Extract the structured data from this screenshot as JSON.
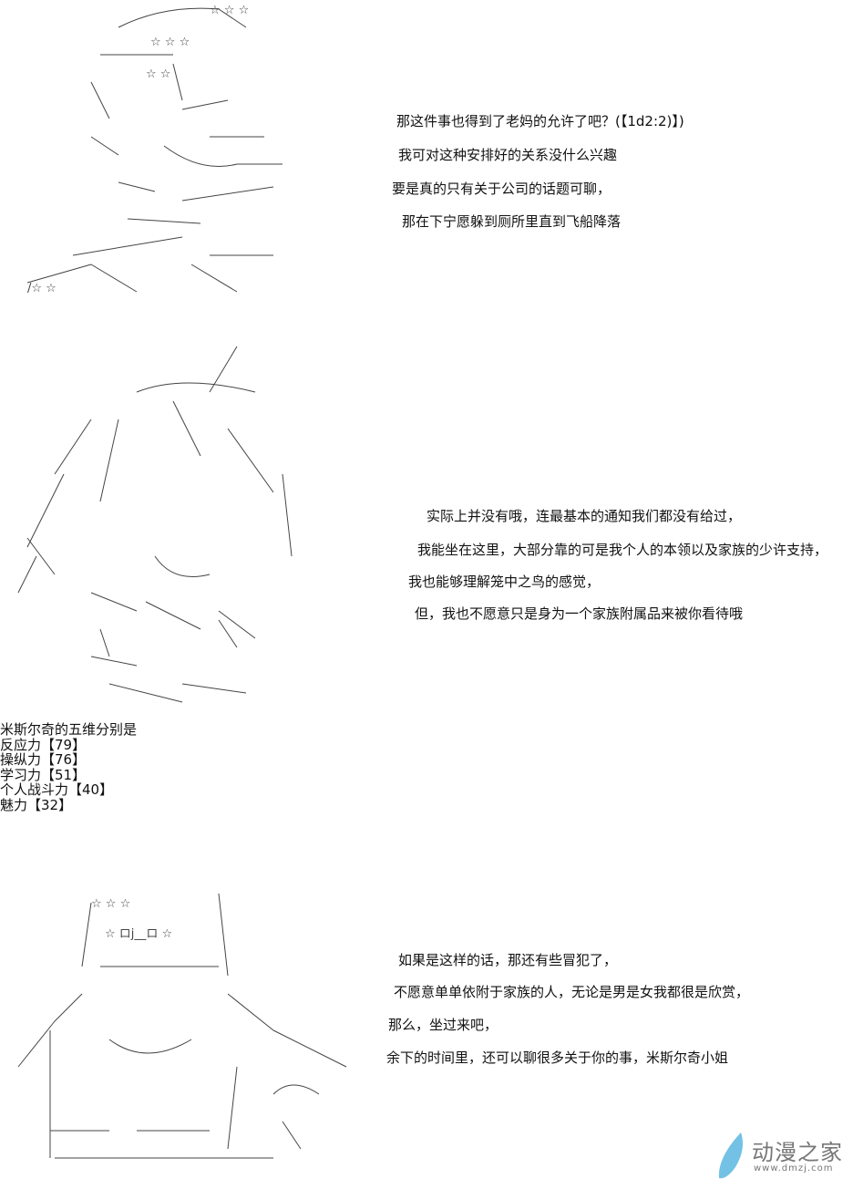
{
  "panels": [
    {
      "lines": [
        "那这件事也得到了老妈的允许了吧？(【1d2:2)】)",
        "我可对这种安排好的关系没什么兴趣",
        "要是真的只有关于公司的话题可聊，",
        "那在下宁愿躲到厕所里直到飞船降落"
      ]
    },
    {
      "lines": [
        "实际上并没有哦，连最基本的通知我们都没有给过，",
        "我能坐在这里，大部分靠的可是我个人的本领以及家族的少许支持，",
        "我也能够理解笼中之鸟的感觉，",
        "但，我也不愿意只是身为一个家族附属品来被你看待哦"
      ]
    },
    {
      "lines": [
        "如果是这样的话，那还有些冒犯了，",
        "不愿意单单依附于家族的人，无论是男是女我都很是欣赏，",
        "那么，坐过来吧，",
        "余下的时间里，还可以聊很多关于你的事，米斯尔奇小姐"
      ]
    }
  ],
  "stats": {
    "title": "米斯尔奇的五维分别是",
    "items": [
      "反应力【79】",
      "操纵力【76】",
      "学习力【51】",
      "个人战斗力【40】",
      "魅力【32】"
    ]
  },
  "watermark": {
    "name": "动漫之家",
    "url": "www.dmzj.com",
    "color": "#5bb6e0"
  }
}
